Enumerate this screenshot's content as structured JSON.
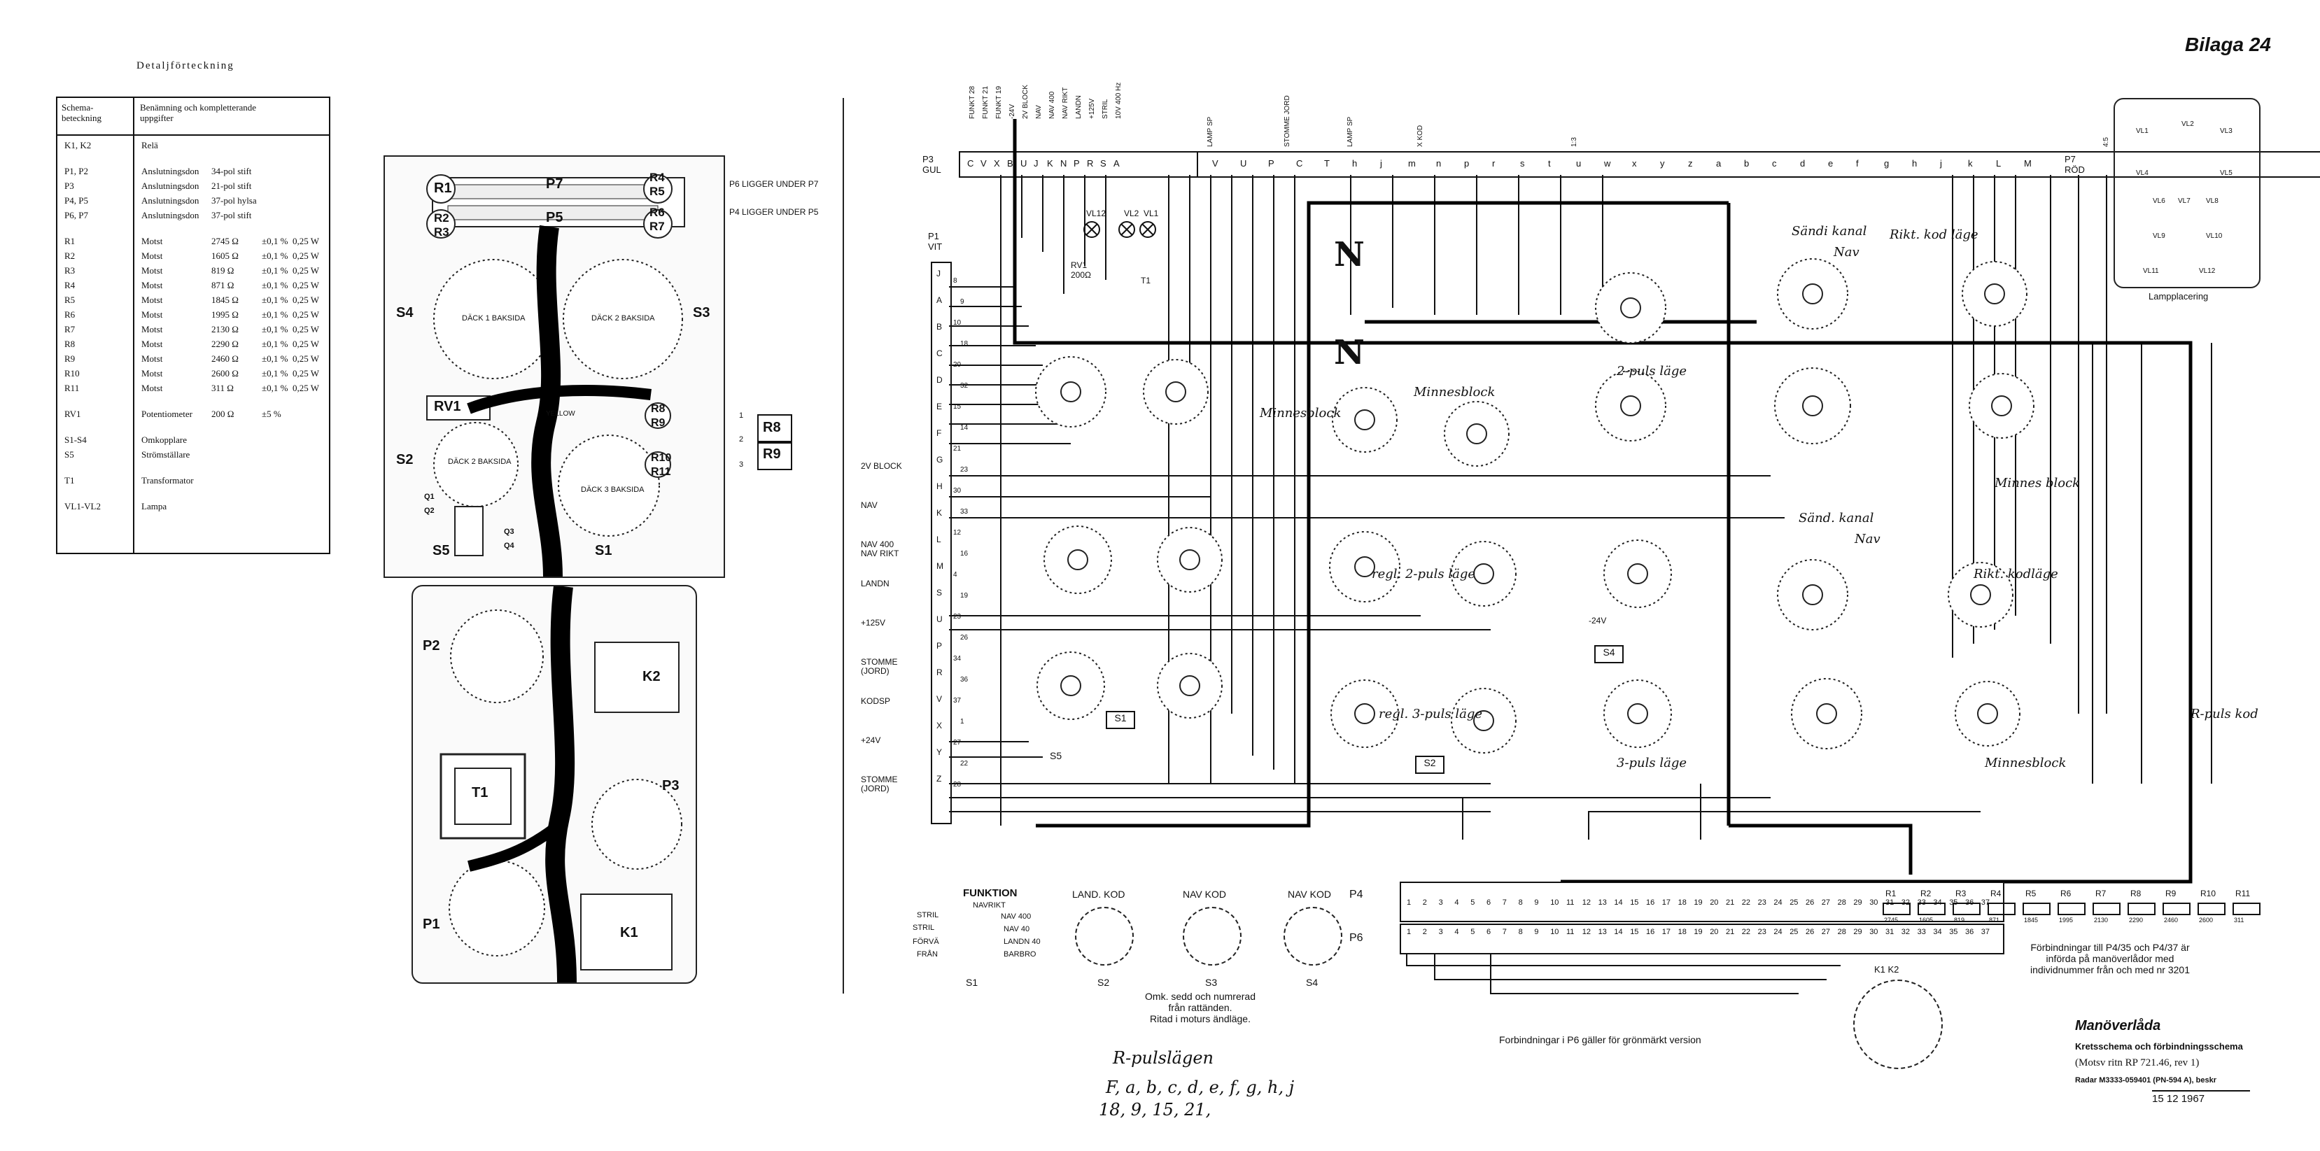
{
  "sheet": {
    "bilaga": "Bilaga 24"
  },
  "parts_list": {
    "title": "Detaljförteckning",
    "col1_header": "Schema-\nbeteckning",
    "col2_header": "Benämning och kompletterande\nuppgifter",
    "rows": [
      {
        "ref": "K1, K2",
        "desc": "Relä",
        "val": "",
        "tol": "",
        "pow": ""
      },
      {
        "ref": "P1, P2",
        "desc": "Anslutningsdon",
        "val": "34-pol stift",
        "tol": "",
        "pow": ""
      },
      {
        "ref": "P3",
        "desc": "Anslutningsdon",
        "val": "21-pol stift",
        "tol": "",
        "pow": ""
      },
      {
        "ref": "P4, P5",
        "desc": "Anslutningsdon",
        "val": "37-pol hylsa",
        "tol": "",
        "pow": ""
      },
      {
        "ref": "P6, P7",
        "desc": "Anslutningsdon",
        "val": "37-pol stift",
        "tol": "",
        "pow": ""
      },
      {
        "ref": "R1",
        "desc": "Motst",
        "val": "2745 Ω",
        "tol": "±0,1 %",
        "pow": "0,25 W"
      },
      {
        "ref": "R2",
        "desc": "Motst",
        "val": "1605 Ω",
        "tol": "±0,1 %",
        "pow": "0,25 W"
      },
      {
        "ref": "R3",
        "desc": "Motst",
        "val": "819 Ω",
        "tol": "±0,1 %",
        "pow": "0,25 W"
      },
      {
        "ref": "R4",
        "desc": "Motst",
        "val": "871 Ω",
        "tol": "±0,1 %",
        "pow": "0,25 W"
      },
      {
        "ref": "R5",
        "desc": "Motst",
        "val": "1845 Ω",
        "tol": "±0,1 %",
        "pow": "0,25 W"
      },
      {
        "ref": "R6",
        "desc": "Motst",
        "val": "1995 Ω",
        "tol": "±0,1 %",
        "pow": "0,25 W"
      },
      {
        "ref": "R7",
        "desc": "Motst",
        "val": "2130 Ω",
        "tol": "±0,1 %",
        "pow": "0,25 W"
      },
      {
        "ref": "R8",
        "desc": "Motst",
        "val": "2290 Ω",
        "tol": "±0,1 %",
        "pow": "0,25 W"
      },
      {
        "ref": "R9",
        "desc": "Motst",
        "val": "2460 Ω",
        "tol": "±0,1 %",
        "pow": "0,25 W"
      },
      {
        "ref": "R10",
        "desc": "Motst",
        "val": "2600 Ω",
        "tol": "±0,1 %",
        "pow": "0,25 W"
      },
      {
        "ref": "R11",
        "desc": "Motst",
        "val": "311 Ω",
        "tol": "±0,1 %",
        "pow": "0,25 W"
      },
      {
        "ref": "RV1",
        "desc": "Potentiometer",
        "val": "200 Ω",
        "tol": "±5 %",
        "pow": ""
      },
      {
        "ref": "S1-S4",
        "desc": "Omkopplare",
        "val": "",
        "tol": "",
        "pow": ""
      },
      {
        "ref": "S5",
        "desc": "Strömställare",
        "val": "",
        "tol": "",
        "pow": ""
      },
      {
        "ref": "T1",
        "desc": "Transformator",
        "val": "",
        "tol": "",
        "pow": ""
      },
      {
        "ref": "VL1-VL2",
        "desc": "Lampa",
        "val": "",
        "tol": "",
        "pow": ""
      }
    ]
  },
  "layout_top": {
    "labels": [
      "R1",
      "R2",
      "R3",
      "P7",
      "P5",
      "R4",
      "R5",
      "R6",
      "R7",
      "S4",
      "S3",
      "RV1",
      "R8",
      "R9",
      "R10",
      "R11",
      "S2",
      "S5",
      "S1",
      "Q1",
      "Q2",
      "Q3",
      "Q4"
    ],
    "note1": "P6 LIGGER UNDER P7",
    "note2": "P4 LIGGER UNDER P5",
    "deck_labels": [
      "DÄCK 1 BAKSIDA",
      "DÄCK 2 BAKSIDA",
      "DÄCK 3 BAKSIDA",
      "DÄCK 2 BAKSIDA"
    ],
    "yellow": "YELLOW"
  },
  "r8r9": {
    "labels": [
      "R8",
      "R9"
    ],
    "pins": [
      "1",
      "2",
      "3"
    ]
  },
  "layout_bottom": {
    "labels": [
      "P2",
      "K2",
      "T1",
      "P3",
      "P1",
      "K1"
    ]
  },
  "schematic": {
    "p3_label": "P3\nGUL",
    "p3_pins": [
      "C",
      "V",
      "X",
      "B",
      "U",
      "J",
      "K",
      "N",
      "P",
      "R",
      "S",
      "A"
    ],
    "p3_top_labels": [
      "FUNKT 28",
      "FUNKT 21",
      "FUNKT 19",
      "-24V",
      "2V BLOCK",
      "NAV",
      "NAV 400",
      "NAV RIKT",
      "LANDN",
      "+125V",
      "STRIL",
      "10V 400 Hz"
    ],
    "p7_label": "P7\nRÖD",
    "p7_pins": [
      "V",
      "U",
      "P",
      "C",
      "T",
      "h",
      "j",
      "m",
      "n",
      "p",
      "r",
      "s",
      "t",
      "u",
      "w",
      "x",
      "y",
      "z",
      "a",
      "b",
      "c",
      "d",
      "e",
      "f",
      "g",
      "h",
      "j",
      "k",
      "L",
      "M"
    ],
    "p7_top_labels": [
      "LAMP SP",
      "STOMME JORD",
      "LAMP SP",
      "X KOD",
      "1:3",
      "4:5"
    ],
    "p1_label": "P1\nVIT",
    "p1_pins": [
      "J",
      "A",
      "B",
      "C",
      "D",
      "E",
      "F",
      "G",
      "H",
      "K",
      "L",
      "M",
      "S",
      "U",
      "P",
      "R",
      "V",
      "X",
      "Y",
      "Z"
    ],
    "p1_numbers": [
      "8",
      "9",
      "10",
      "18",
      "20",
      "32",
      "15",
      "14",
      "21",
      "23",
      "30",
      "33",
      "12",
      "16",
      "4",
      "19",
      "23",
      "26",
      "34",
      "36",
      "37",
      "1",
      "27",
      "22",
      "28"
    ],
    "side_labels": [
      "2V BLOCK",
      "NAV",
      "NAV 400\nNAV RIKT",
      "LANDN",
      "+125V",
      "STOMME\n(JORD)",
      "KODSP",
      "+24V",
      "STOMME\n(JORD)"
    ],
    "vl_labels": [
      "VL12",
      "VL2",
      "VL1"
    ],
    "rv1": "RV1\n200Ω",
    "t1": "T1",
    "n_labels": [
      "N",
      "N"
    ],
    "handwritten": [
      "Minnesblock",
      "Minnesblock",
      "Minnes block",
      "Minnesblock",
      "Sändi kanal",
      "Rikt. kod läge",
      "Rikt. kodläge",
      "regl. 2-puls läge",
      "regl. 3-puls läge",
      "2-puls läge",
      "3-puls läge",
      "Sänd. kanal",
      "Nav",
      "R-puls kod",
      "Nav"
    ],
    "s_tags": [
      "S1",
      "S2",
      "S4",
      "S5"
    ],
    "minus24": "-24V",
    "p4_label": "P4",
    "p6_label": "P6",
    "p4_pins_count": "37",
    "p6_pins_count": "37",
    "p6_note": "Forbindningar i P6 gäller för grönmärkt version",
    "p4p5_note": "Förbindningar till P4/35 och P4/37 är\ninförda på manöverlådor med\nindividnummer från och med nr 3201",
    "resistor_labels": [
      "R1",
      "R2",
      "R3",
      "R4",
      "R5",
      "R6",
      "R7",
      "R8",
      "R9",
      "R10",
      "R11"
    ],
    "resistor_values": [
      "2745",
      "1605",
      "819",
      "871",
      "1845",
      "1995",
      "2130",
      "2290",
      "2460",
      "2600",
      "311"
    ],
    "k1k2": "K1  K2",
    "lamp_title": "Lampplacering",
    "lamp_labels": [
      "VL1",
      "VL2",
      "VL3",
      "VL4",
      "VL5",
      "VL6",
      "VL7",
      "VL8",
      "VL9",
      "VL10",
      "VL11",
      "VL12"
    ]
  },
  "switch_legend": {
    "s1_title": "FUNKTION",
    "s1_opts": [
      "NAVRIKT",
      "STRIL",
      "STRIL",
      "FÖRVÄ",
      "FRÅN",
      "NAV 400",
      "NAV 40",
      "LANDN 40",
      "BARBRO"
    ],
    "s1": "S1",
    "s2_title": "LAND. KOD",
    "s2": "S2",
    "s3_title": "NAV KOD",
    "s3": "S3",
    "s4_title": "NAV KOD",
    "s4": "S4",
    "note": "Omk. sedd och numrerad\nfrån rattänden.\nRitad i moturs ändläge."
  },
  "pencil": {
    "line1": "R-pulslägen",
    "line2": "F, a, b, c, d, e, f, g, h, j",
    "line3": "18, 9, 15, 21,"
  },
  "title_block": {
    "title": "Manöverlåda",
    "subtitle": "Kretsschema och förbindningsschema",
    "ref": "(Motsv ritn RP 721.46, rev 1)",
    "radar": "Radar M3333-059401 (PN-594 A), beskr",
    "date": "15 12 1967"
  }
}
